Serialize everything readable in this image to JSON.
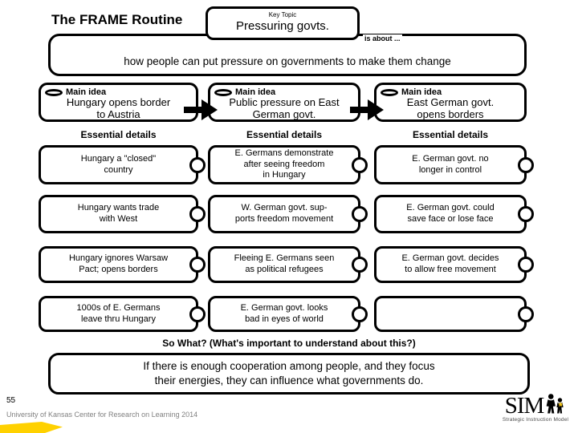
{
  "slide": {
    "title": "The FRAME Routine",
    "key_topic": {
      "label": "Key Topic",
      "value": "Pressuring govts."
    },
    "connector": "is about ...",
    "is_about_text": "how people can put pressure on governments to make them change",
    "main_idea_label": "Main idea",
    "main_ideas": [
      "Hungary opens border\nto Austria",
      "Public pressure on East\nGerman govt.",
      "East German govt.\nopens borders"
    ],
    "details_header": "Essential details",
    "details": {
      "col1": [
        "Hungary a \"closed\"\ncountry",
        "Hungary wants trade\nwith West",
        "Hungary ignores Warsaw\nPact; opens borders",
        "1000s of E. Germans\nleave thru Hungary"
      ],
      "col2": [
        "E. Germans demonstrate\nafter seeing freedom\nin Hungary",
        "W. German govt. sup-\nports freedom movement",
        "Fleeing E. Germans seen\nas political refugees",
        "E. German govt. looks\nbad in eyes of world"
      ],
      "col3": [
        "E. German govt. no\nlonger in control",
        "E. German govt. could\nsave face or lose face",
        "E. German govt. decides\nto allow free movement",
        ""
      ]
    },
    "so_what_label": "So What? (What's important to understand about this?)",
    "so_what_text": "If there is enough cooperation among people, and they focus\ntheir energies, they can influence what governments do.",
    "footer": {
      "page_number": "55",
      "attribution": "University of Kansas Center for Research on Learning 2014"
    },
    "logo": {
      "text": "SIM",
      "tagline": "Strategic Instruction Model"
    },
    "colors": {
      "accent_yellow": "#FFD100",
      "attribution_gray": "#808080"
    }
  }
}
